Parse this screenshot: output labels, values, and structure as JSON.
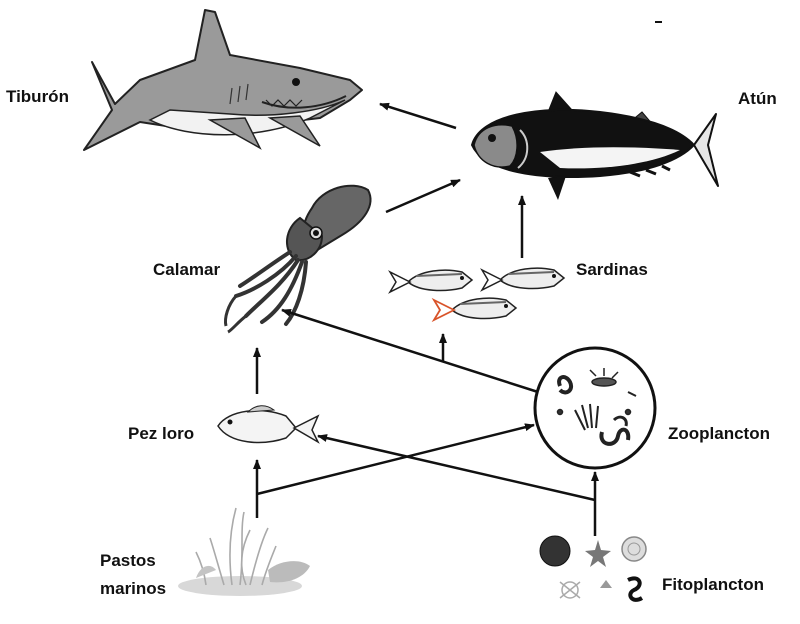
{
  "labels": {
    "shark": "Tiburón",
    "tuna": "Atún",
    "squid": "Calamar",
    "sardines": "Sardinas",
    "parrotfish": "Pez loro",
    "zooplankton": "Zooplancton",
    "seagrass_line1": "Pastos",
    "seagrass_line2": "marinos",
    "phytoplankton": "Fitoplancton"
  },
  "colors": {
    "shark_body": "#9a9a9a",
    "shark_belly": "#f2f2f2",
    "tuna_back": "#111111",
    "tuna_belly": "#f4f4f4",
    "squid": "#555555",
    "arrow": "#111111",
    "sardine_tail_accent": "#d9542a"
  }
}
